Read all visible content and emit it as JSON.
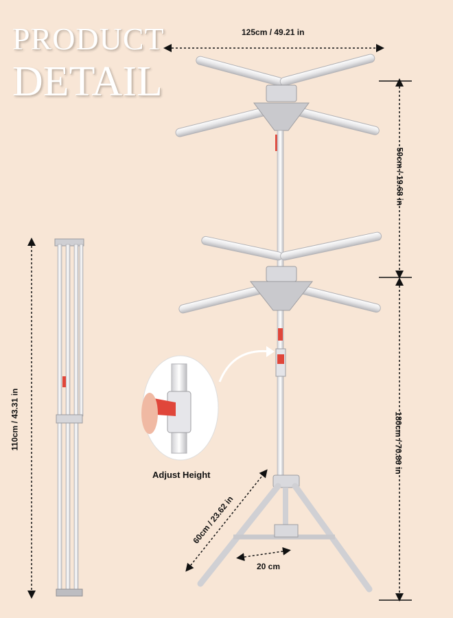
{
  "title": {
    "line1": "PRODUCT",
    "line2": "DETAIL"
  },
  "dimensions": {
    "width_top": "125cm / 49.21 in",
    "upper_height": "50cm / 19.68 in",
    "lower_height": "180cm / 70.86 in",
    "folded_height": "110cm / 43.31 in",
    "leg_length": "60cm / 23.62 in",
    "base_width": "20 cm"
  },
  "callout": {
    "label": "Adjust Height"
  },
  "colors": {
    "background": "#f8e6d6",
    "rack": "#e8e8ea",
    "accent": "#e0463a",
    "text": "#111111"
  }
}
